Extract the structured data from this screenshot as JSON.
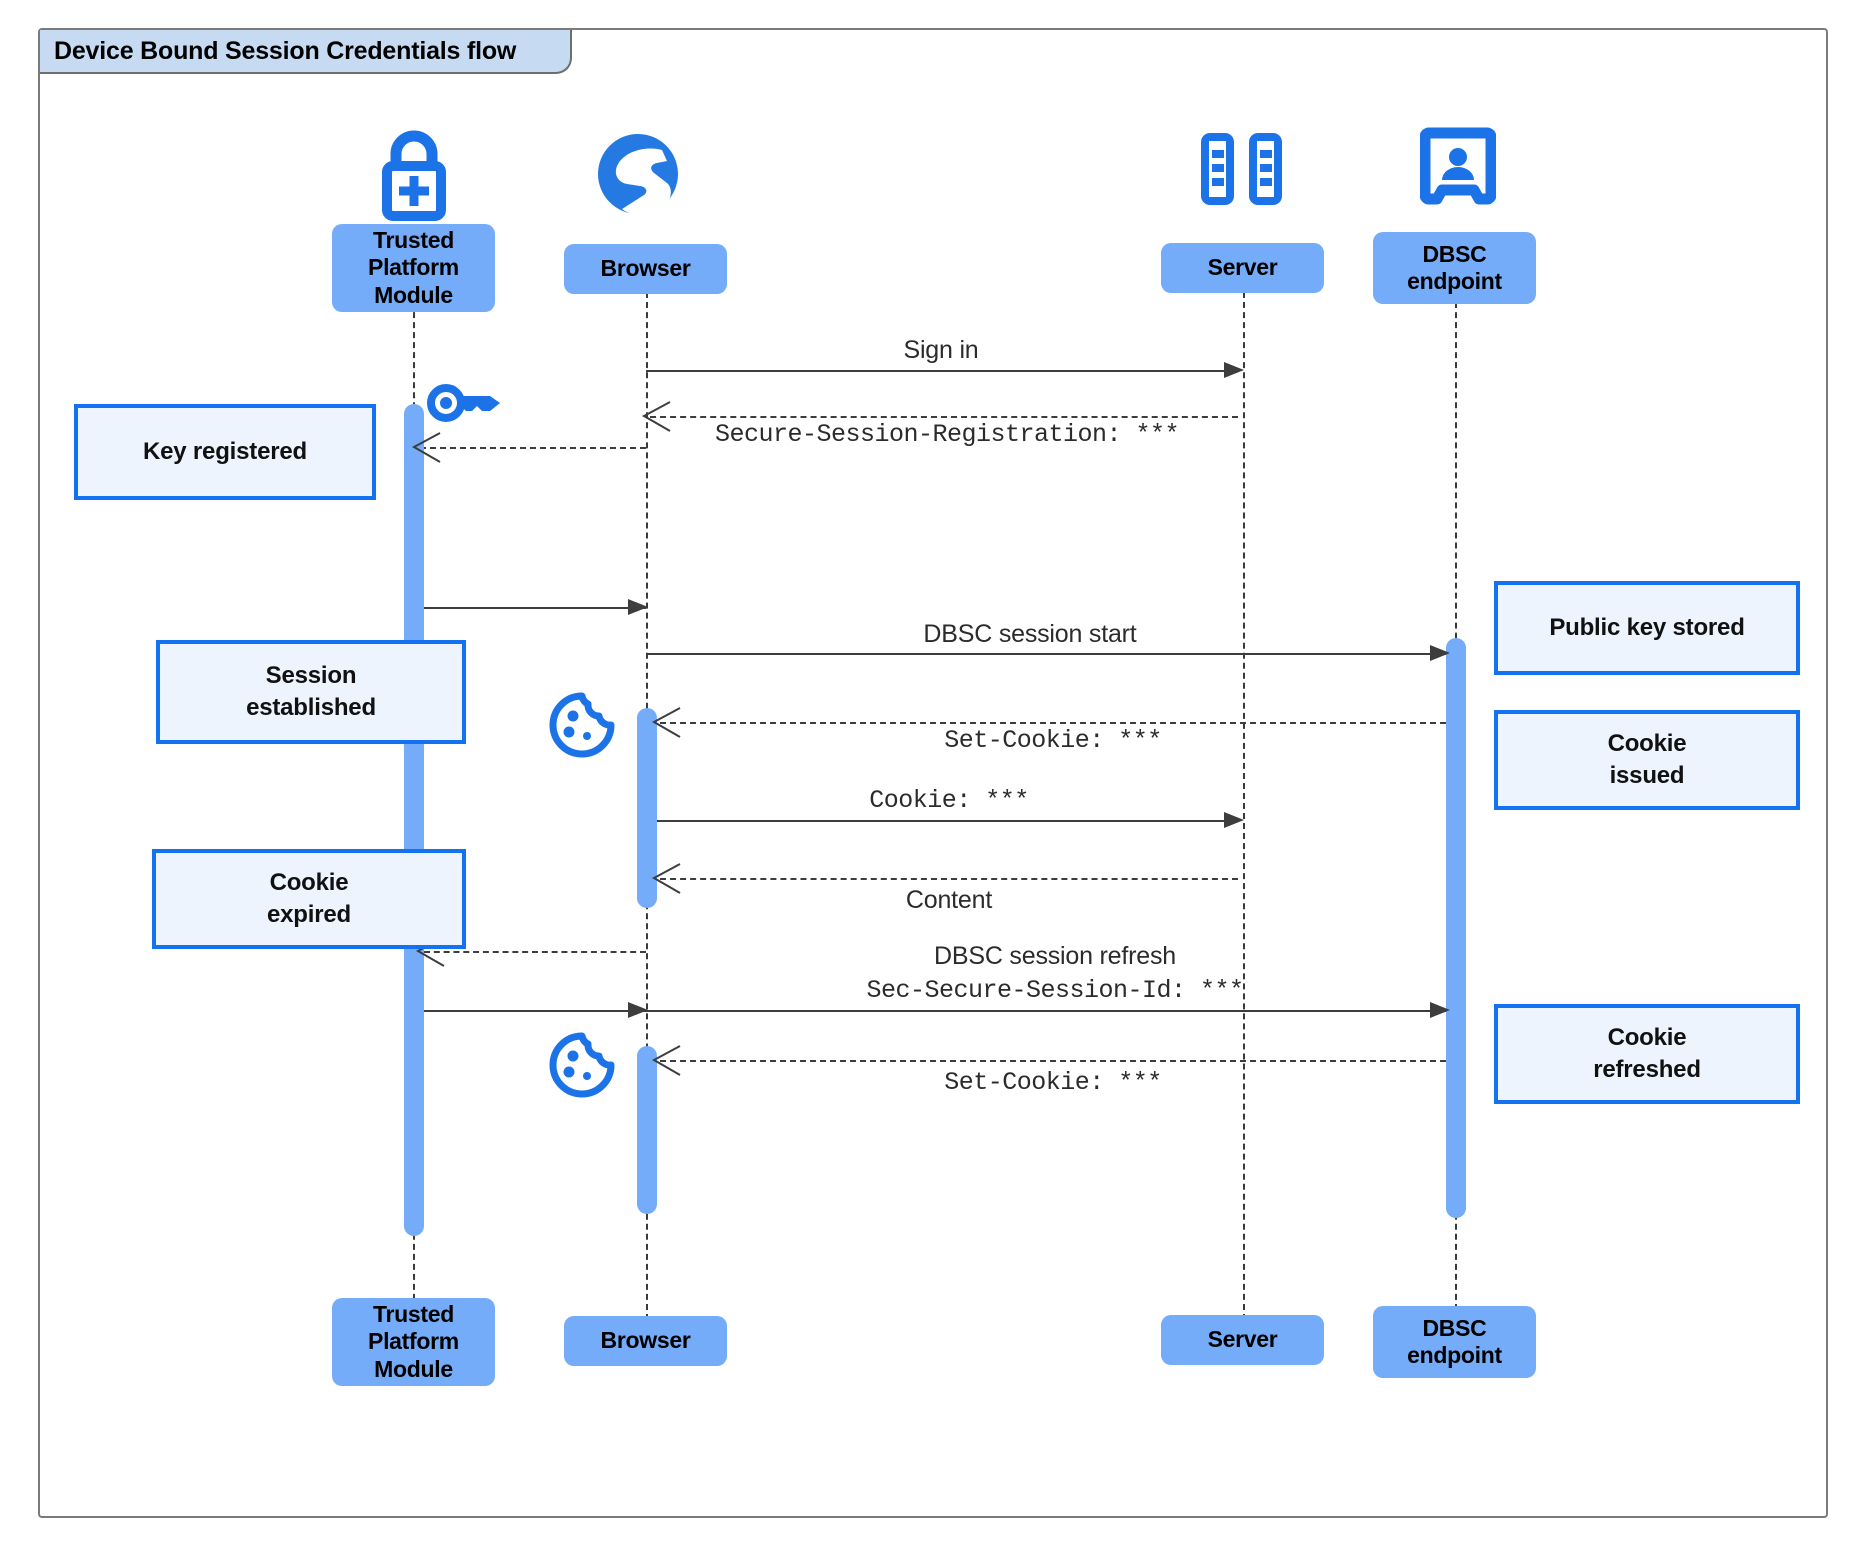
{
  "diagram": {
    "type": "sequence-diagram",
    "title": "Device Bound Session Credentials flow",
    "colors": {
      "participant_fill": "#74ACF9",
      "note_fill": "#EDF4FE",
      "note_border": "#1272EF",
      "icon_blue": "#1C73E8",
      "title_fill": "#C6DBF2",
      "frame_border": "#7B7B7B",
      "lifeline": "#3A3A3A"
    },
    "participants": [
      {
        "id": "tpm",
        "label": "Trusted\nPlatform\nModule",
        "icon": "padlock-plus-icon"
      },
      {
        "id": "browser",
        "label": "Browser",
        "icon": "globe-icon"
      },
      {
        "id": "server",
        "label": "Server",
        "icon": "server-rack-icon"
      },
      {
        "id": "dbsc",
        "label": "DBSC\nendpoint",
        "icon": "id-badge-icon"
      }
    ],
    "messages": [
      {
        "id": "m1",
        "from": "browser",
        "to": "server",
        "label": "Sign in",
        "style": "solid",
        "font": "sans"
      },
      {
        "id": "m2",
        "from": "server",
        "to": "browser",
        "label": "Secure-Session-Registration: ***",
        "style": "dashed",
        "font": "mono"
      },
      {
        "id": "m3",
        "from": "tpm",
        "to": "browser",
        "label": "",
        "style": "solid",
        "font": "sans"
      },
      {
        "id": "m4",
        "from": "browser",
        "to": "dbsc",
        "label": "DBSC session start",
        "style": "solid",
        "font": "sans"
      },
      {
        "id": "m5",
        "from": "dbsc",
        "to": "browser",
        "label": "Set-Cookie: ***",
        "style": "dashed",
        "font": "mono"
      },
      {
        "id": "m6",
        "from": "browser",
        "to": "server",
        "label": "Cookie: ***",
        "style": "solid",
        "font": "mono"
      },
      {
        "id": "m7",
        "from": "server",
        "to": "browser",
        "label": "Content",
        "style": "dashed",
        "font": "sans"
      },
      {
        "id": "m8",
        "from": "browser",
        "to": "tpm",
        "label": "",
        "style": "dashed",
        "font": "sans"
      },
      {
        "id": "m9",
        "from": "tpm",
        "to": "dbsc",
        "label_line1": "DBSC session refresh",
        "label_line2": "Sec-Secure-Session-Id: ***",
        "style": "solid",
        "font": "mixed"
      },
      {
        "id": "m10",
        "from": "dbsc",
        "to": "browser",
        "label": "Set-Cookie: ***",
        "style": "dashed",
        "font": "mono"
      }
    ],
    "notes": [
      {
        "id": "n1",
        "text": "Key registered",
        "side": "left",
        "anchor": "tpm"
      },
      {
        "id": "n2",
        "text": "Session\nestablished",
        "side": "left",
        "anchor": "tpm"
      },
      {
        "id": "n3",
        "text": "Cookie\nexpired",
        "side": "left",
        "anchor": "tpm"
      },
      {
        "id": "n4",
        "text": "Public key stored",
        "side": "right",
        "anchor": "dbsc"
      },
      {
        "id": "n5",
        "text": "Cookie\nissued",
        "side": "right",
        "anchor": "dbsc"
      },
      {
        "id": "n6",
        "text": "Cookie\nrefreshed",
        "side": "right",
        "anchor": "dbsc"
      }
    ],
    "inline_icons": [
      {
        "id": "key-badge",
        "icon": "key-icon",
        "near": "tpm"
      },
      {
        "id": "cookie-badge-1",
        "icon": "cookie-icon",
        "near": "browser"
      },
      {
        "id": "cookie-badge-2",
        "icon": "cookie-icon",
        "near": "browser"
      }
    ]
  }
}
